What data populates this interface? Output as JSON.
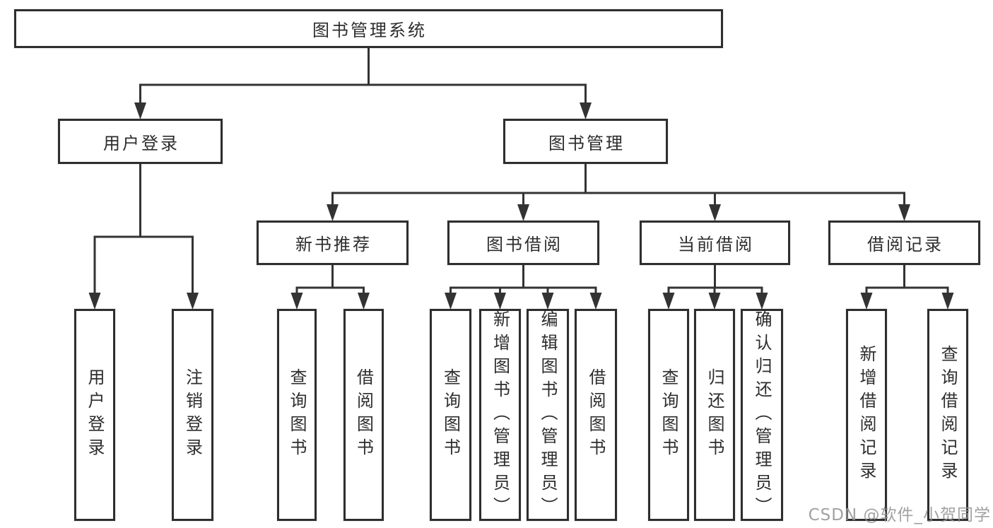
{
  "diagram": {
    "title": "图书管理系统",
    "nodes": [
      {
        "id": "root",
        "label": "图书管理系统"
      },
      {
        "id": "user-login",
        "label": "用户登录"
      },
      {
        "id": "book-mgmt",
        "label": "图书管理"
      },
      {
        "id": "login",
        "label": "用户登录"
      },
      {
        "id": "logout",
        "label": "注销登录"
      },
      {
        "id": "new-book-rec",
        "label": "新书推荐"
      },
      {
        "id": "book-borrow",
        "label": "图书借阅"
      },
      {
        "id": "current-borrow",
        "label": "当前借阅"
      },
      {
        "id": "borrow-records",
        "label": "借阅记录"
      },
      {
        "id": "nbr-query",
        "label": "查询图书"
      },
      {
        "id": "nbr-borrow",
        "label": "借阅图书"
      },
      {
        "id": "bb-query",
        "label": "查询图书"
      },
      {
        "id": "bb-add",
        "label": "新增图书（管理员）"
      },
      {
        "id": "bb-edit",
        "label": "编辑图书（管理员）"
      },
      {
        "id": "bb-borrow",
        "label": "借阅图书"
      },
      {
        "id": "cb-query",
        "label": "查询图书"
      },
      {
        "id": "cb-return",
        "label": "归还图书"
      },
      {
        "id": "cb-confirm",
        "label": "确认归还（管理员）"
      },
      {
        "id": "br-add",
        "label": "新增借阅记录"
      },
      {
        "id": "br-query",
        "label": "查询借阅记录"
      }
    ],
    "edges": [
      {
        "from": "root",
        "to": [
          "user-login",
          "book-mgmt"
        ]
      },
      {
        "from": "user-login",
        "to": [
          "login",
          "logout"
        ]
      },
      {
        "from": "book-mgmt",
        "to": [
          "new-book-rec",
          "book-borrow",
          "current-borrow",
          "borrow-records"
        ]
      },
      {
        "from": "new-book-rec",
        "to": [
          "nbr-query",
          "nbr-borrow"
        ]
      },
      {
        "from": "book-borrow",
        "to": [
          "bb-query",
          "bb-add",
          "bb-edit",
          "bb-borrow"
        ]
      },
      {
        "from": "current-borrow",
        "to": [
          "cb-query",
          "cb-return",
          "cb-confirm"
        ]
      },
      {
        "from": "borrow-records",
        "to": [
          "br-add",
          "br-query"
        ]
      }
    ]
  },
  "watermark": "CSDN @软件_小贺同学",
  "colors": {
    "background": "#ffffff",
    "line": "#333333",
    "box_border": "#2e2e2e",
    "text": "#2d2d2d",
    "watermark": "#949494"
  }
}
